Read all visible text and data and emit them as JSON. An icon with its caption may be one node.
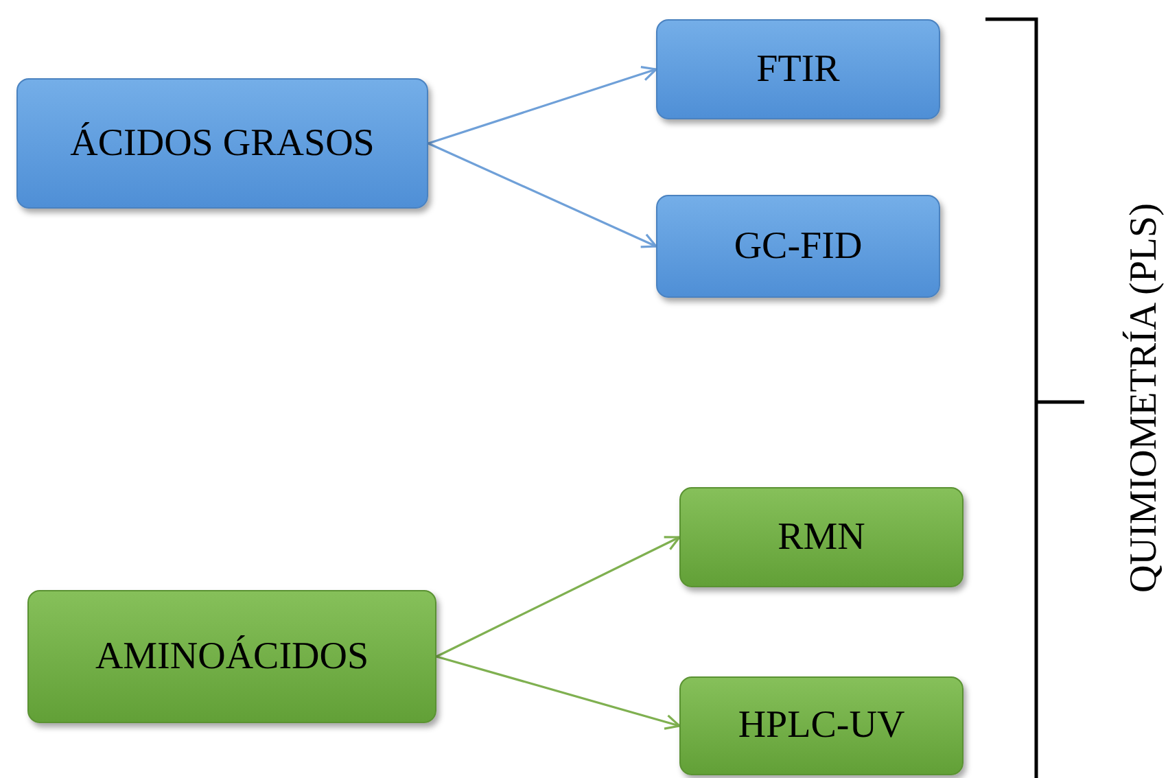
{
  "diagram": {
    "nodes": [
      {
        "text": [
          "ÁCIDOS GRASOS"
        ]
      },
      {
        "text": [
          "FTIR"
        ]
      },
      {
        "text": [
          "GC-FID"
        ]
      },
      {
        "text": [
          "AMINOÁCIDOS"
        ]
      },
      {
        "text": [
          "RMN"
        ]
      },
      {
        "text": [
          "HPLC-UV"
        ]
      }
    ],
    "edges": [
      {
        "from": 0,
        "to": 1,
        "arrow": "to",
        "color": "#6fa0d8"
      },
      {
        "from": 0,
        "to": 2,
        "arrow": "to",
        "color": "#6fa0d8"
      },
      {
        "from": 3,
        "to": 4,
        "arrow": "to",
        "color": "#7fb050"
      },
      {
        "from": 3,
        "to": 5,
        "arrow": "to",
        "color": "#7fb050"
      }
    ],
    "labels": [
      "QUIMIOMETRÍA (PLS)"
    ]
  }
}
